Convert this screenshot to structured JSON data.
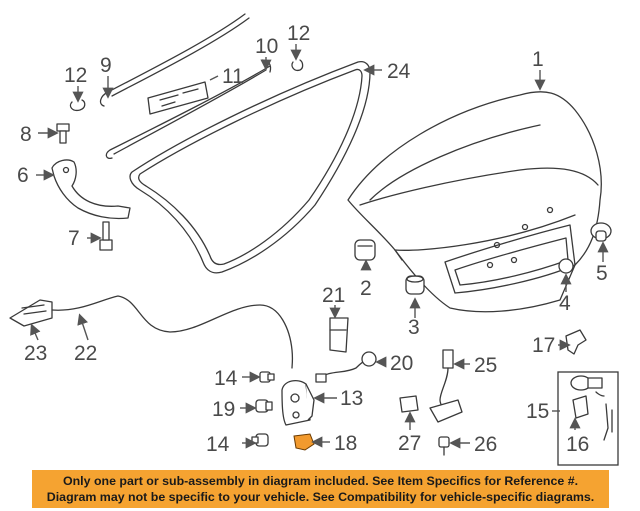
{
  "callouts": {
    "c1": "1",
    "c2": "2",
    "c3": "3",
    "c4": "4",
    "c5": "5",
    "c6": "6",
    "c7": "7",
    "c8": "8",
    "c9": "9",
    "c10": "10",
    "c11": "11",
    "c12a": "12",
    "c12b": "12",
    "c13": "13",
    "c14a": "14",
    "c14b": "14",
    "c15": "15",
    "c16": "16",
    "c17": "17",
    "c18": "18",
    "c19": "19",
    "c20": "20",
    "c21": "21",
    "c22": "22",
    "c23": "23",
    "c24": "24",
    "c25": "25",
    "c26": "26",
    "c27": "27"
  },
  "notice": {
    "line1": "Only one part or sub-assembly in diagram included. See Item Specifics for Reference #.",
    "line2": "Diagram may not be specific to your vehicle. See Compatibility for vehicle-specific diagrams."
  },
  "colors": {
    "banner_background": "#f5a331",
    "highlighted_part": "#f29a2e",
    "line_art": "#3a3a3a"
  }
}
